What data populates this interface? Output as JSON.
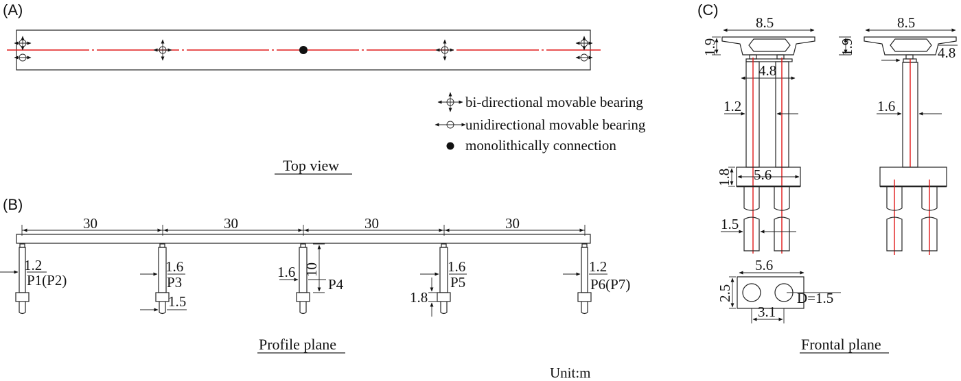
{
  "panels": {
    "a": {
      "tag": "(A)",
      "caption": "Top view",
      "legend": [
        {
          "icon": "bi-directional-bearing-icon",
          "label": "bi-directional movable bearing"
        },
        {
          "icon": "unidirectional-bearing-icon",
          "label": "unidirectional movable bearing"
        },
        {
          "icon": "monolithic-connection-icon",
          "label": "monolithically connection"
        }
      ]
    },
    "b": {
      "tag": "(B)",
      "caption": "Profile plane",
      "spans": [
        "30",
        "30",
        "30",
        "30"
      ],
      "piers": [
        {
          "label": "P1(P2)",
          "dim": "1.2"
        },
        {
          "label": "P3",
          "dim": "1.6"
        },
        {
          "label": "P4",
          "dim": "1.6"
        },
        {
          "label": "P5",
          "dim": "1.6"
        },
        {
          "label": "P6(P7)",
          "dim": "1.2"
        }
      ],
      "pier_height": "10",
      "pile_dim": "1.5",
      "cap_dim": "1.8"
    },
    "c": {
      "tag": "(C)",
      "caption": "Frontal plane",
      "deck_width": "8.5",
      "girder_height": "1.9",
      "pier_spacing": "4.8",
      "column_dia_double": "1.2",
      "column_dia_single": "1.6",
      "cap_height": "1.8",
      "cap_width": "5.6",
      "pile_dia": "1.5",
      "plan_width": "5.6",
      "plan_depth": "2.5",
      "plan_spacing": "3.1",
      "pile_label": "D=1.5"
    }
  },
  "unit_label": "Unit:m"
}
